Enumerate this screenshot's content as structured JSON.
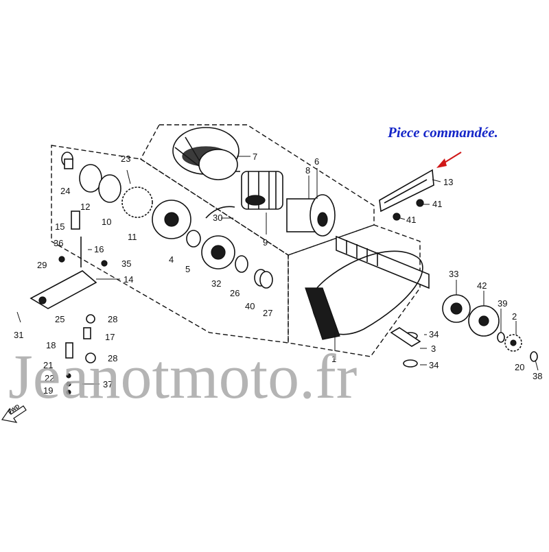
{
  "note": {
    "text": "Piece commandée.",
    "color": "#1526c8",
    "arrow_color": "#d01818"
  },
  "watermark": "Jeanotmoto.fr",
  "fwd_label": "FWD",
  "callouts": [
    "1",
    "2",
    "3",
    "4",
    "5",
    "6",
    "7",
    "8",
    "9",
    "10",
    "11",
    "12",
    "13",
    "14",
    "15",
    "16",
    "17",
    "18",
    "19",
    "20",
    "21",
    "22",
    "23",
    "24",
    "25",
    "26",
    "27",
    "28",
    "28",
    "29",
    "30",
    "31",
    "32",
    "33",
    "34",
    "34",
    "35",
    "36",
    "37",
    "38",
    "39",
    "40",
    "41",
    "41",
    "42",
    "2"
  ]
}
